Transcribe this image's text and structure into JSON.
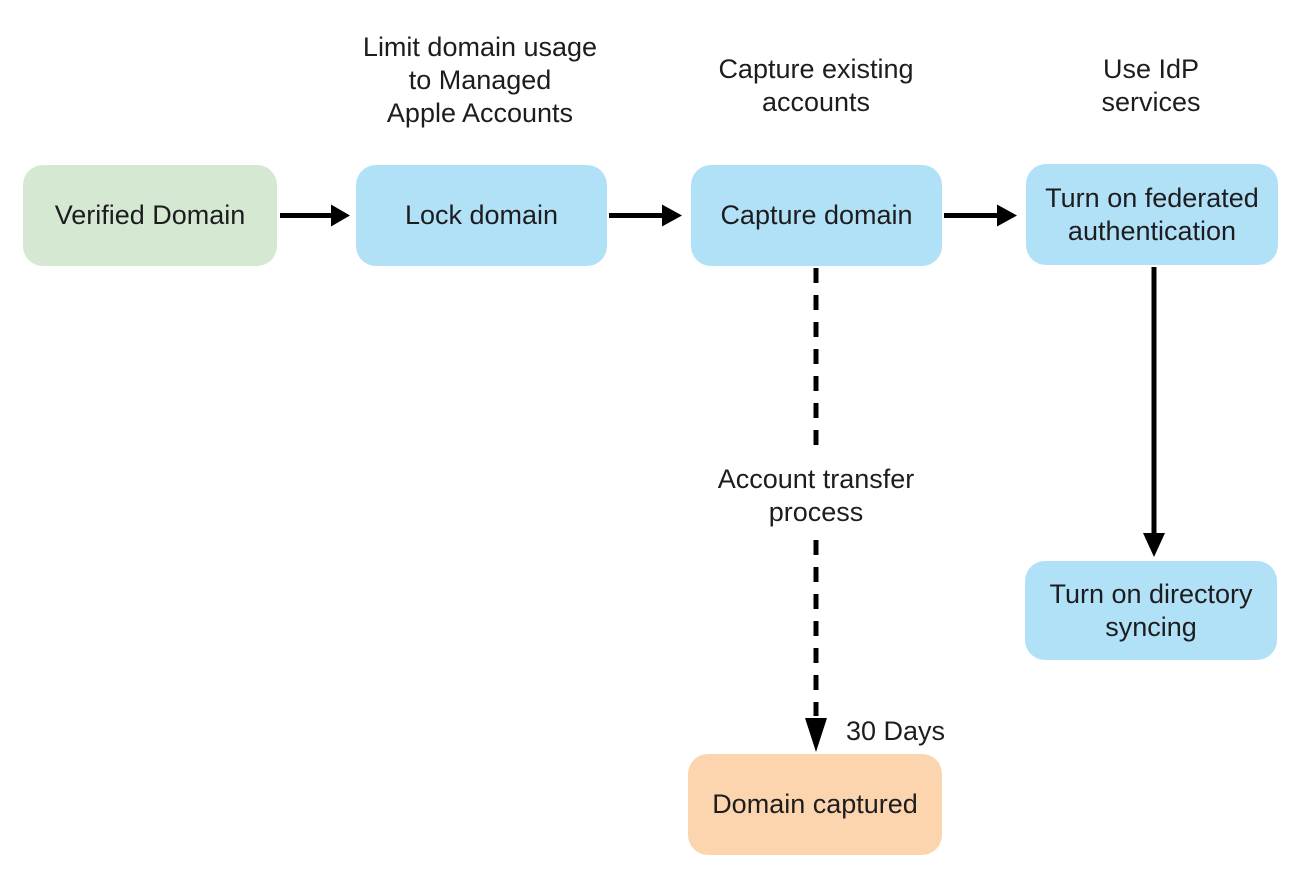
{
  "diagram": {
    "colors": {
      "background": "#ffffff",
      "text": "#1d1d1f",
      "arrow": "#000000",
      "node_green": "#d5e8d2",
      "node_blue": "#b1e1f7",
      "node_orange": "#fcd5ae"
    },
    "nodes": [
      {
        "id": "verified-domain",
        "label": "Verified Domain",
        "color": "#d5e8d2"
      },
      {
        "id": "lock-domain",
        "label": "Lock domain",
        "color": "#b1e1f7"
      },
      {
        "id": "capture-domain",
        "label": "Capture domain",
        "color": "#b1e1f7"
      },
      {
        "id": "federated-auth",
        "label": "Turn on federated\nauthentication",
        "color": "#b1e1f7"
      },
      {
        "id": "directory-syncing",
        "label": "Turn on directory\nsyncing",
        "color": "#b1e1f7"
      },
      {
        "id": "domain-captured",
        "label": "Domain captured",
        "color": "#fcd5ae"
      }
    ],
    "step_labels": [
      {
        "for": "lock-domain",
        "text": "Limit domain usage\nto Managed\nApple Accounts"
      },
      {
        "for": "capture-domain",
        "text": "Capture existing\naccounts"
      },
      {
        "for": "federated-auth",
        "text": "Use IdP\nservices"
      }
    ],
    "edge_labels": [
      {
        "id": "account-transfer",
        "text": "Account transfer\nprocess"
      },
      {
        "id": "thirty-days",
        "text": "30 Days"
      }
    ]
  }
}
